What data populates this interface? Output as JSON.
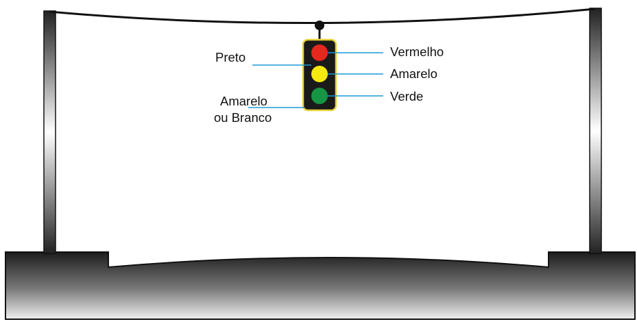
{
  "labels": {
    "preto": "Preto",
    "amarelo_ou_branco_line1": "Amarelo",
    "amarelo_ou_branco_line2": "ou Branco",
    "vermelho": "Vermelho",
    "amarelo": "Amarelo",
    "verde": "Verde"
  },
  "colors": {
    "housing": "#1a1a1a",
    "housing_border": "#e8d23a",
    "red_light": "#e5281e",
    "yellow_light": "#f5ea10",
    "green_light": "#169544",
    "leader_line": "#1a9ad6",
    "ground_dark": "#222222",
    "ground_light": "#f2f2f2",
    "pole": "#2a2a2a"
  }
}
